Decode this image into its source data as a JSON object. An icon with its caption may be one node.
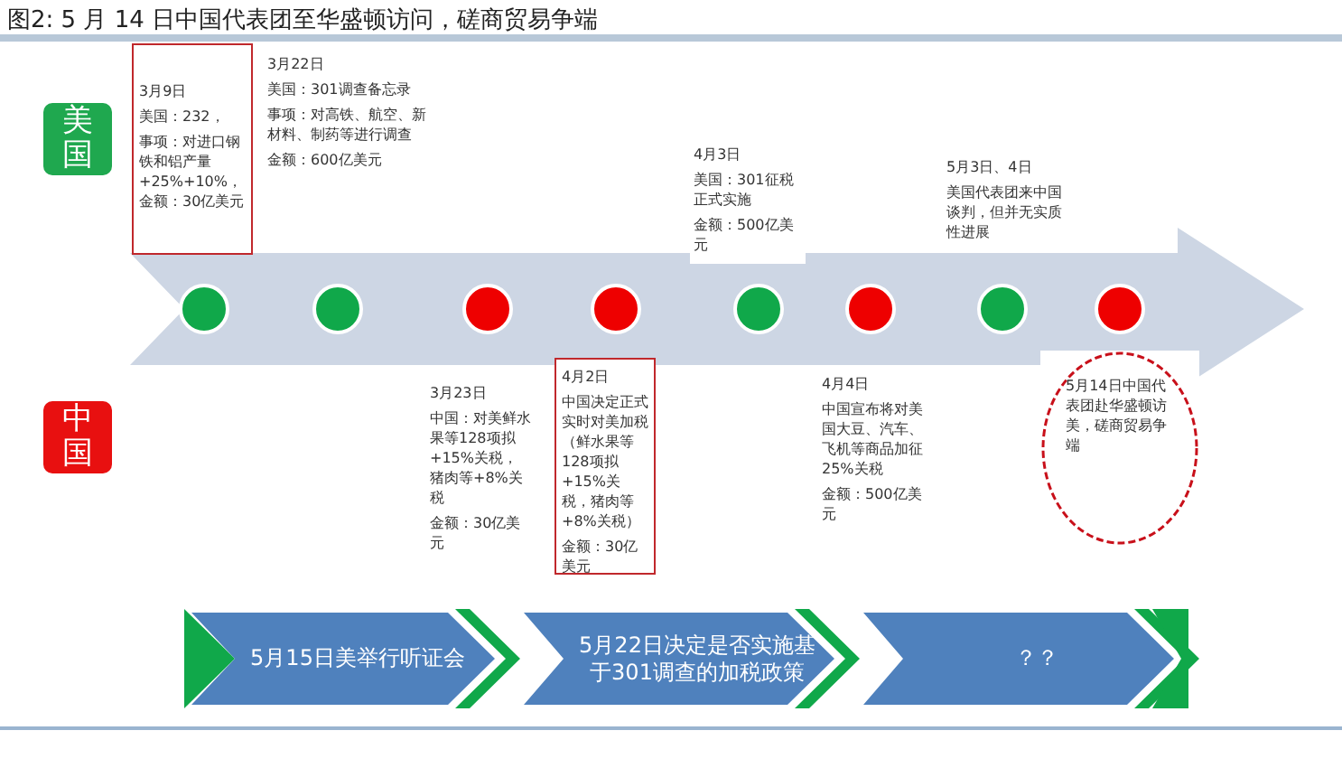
{
  "diagram": {
    "title": "图2: 5 月 14 日中国代表团至华盛顿访问，磋商贸易争端",
    "nodes": [
      {
        "text": [
          "美国"
        ]
      },
      {
        "text": [
          "中国"
        ]
      },
      {
        "text": [
          "3月9日",
          "美国：232，",
          "事项：对进口钢铁和铝产量+25%+10%，金额：30亿美元"
        ]
      },
      {
        "text": [],
        "shape": "circle"
      },
      {
        "text": [],
        "shape": "circle"
      },
      {
        "text": [],
        "shape": "circle"
      },
      {
        "text": [],
        "shape": "circle"
      },
      {
        "text": [],
        "shape": "circle"
      },
      {
        "text": [],
        "shape": "circle"
      },
      {
        "text": [],
        "shape": "circle"
      },
      {
        "text": [],
        "shape": "circle"
      },
      {
        "text": [
          "4月2日",
          "中国决定正式实时对美加税（鲜水果等128项拟+15%关税，猪肉等+8%关税）",
          "金额：30亿美元"
        ]
      },
      {
        "text": [
          "5月14日中国代表团赴华盛顿访美，磋商贸易争端"
        ]
      },
      {
        "text": [
          "5月15日美举行听证会"
        ]
      },
      {
        "text": [
          "5月22日决定是否实施基于301调查的加税政策"
        ]
      },
      {
        "text": [
          "？？"
        ]
      }
    ],
    "edges": [],
    "labels": [
      "3月22日",
      "美国：301调查备忘录",
      "事项：对高铁、航空、新材料、制药等进行调查",
      "金额：600亿美元",
      "4月3日",
      "美国：301征税正式实施",
      "金额：500亿美元",
      "5月3日、4日",
      "美国代表团来中国谈判，但并无实质性进展",
      "3月23日",
      "中国：对美鲜水果等128项拟+15%关税，猪肉等+8%关税",
      "金额：30亿美元",
      "4月4日",
      "中国宣布将对美国大豆、汽车、飞机等商品加征25%关税",
      "金额：500亿美元"
    ]
  }
}
